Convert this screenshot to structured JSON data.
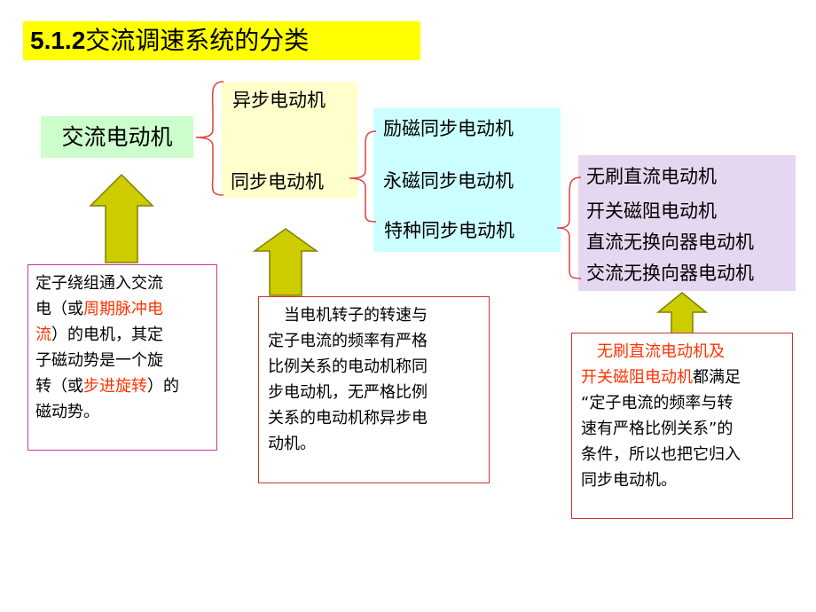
{
  "title": {
    "number": "5.1.2",
    "text": "交流调速系统的分类"
  },
  "root": "交流电动机",
  "level1": [
    "异步电动机",
    "同步电动机"
  ],
  "level2": [
    "励磁同步电动机",
    "永磁同步电动机",
    "特种同步电动机"
  ],
  "level3": [
    "无刷直流电动机",
    "开关磁阻电动机",
    "直流无换向器电动机",
    "交流无换向器电动机"
  ],
  "note1": {
    "lines": [
      [
        {
          "t": "定子绕组通入交流",
          "red": false
        }
      ],
      [
        {
          "t": "电（或",
          "red": false
        },
        {
          "t": "周期脉冲电",
          "red": true
        }
      ],
      [
        {
          "t": "流",
          "red": true
        },
        {
          "t": "）的电机，其定",
          "red": false
        }
      ],
      [
        {
          "t": "子磁动势是一个旋",
          "red": false
        }
      ],
      [
        {
          "t": "转（或",
          "red": false
        },
        {
          "t": "步进旋转",
          "red": true
        },
        {
          "t": "）的",
          "red": false
        }
      ],
      [
        {
          "t": "磁动势。",
          "red": false
        }
      ]
    ]
  },
  "note2": {
    "lines": [
      "　当电机转子的转速与",
      "定子电流的频率有严格",
      "比例关系的电动机称同",
      "步电动机，无严格比例",
      "关系的电动机称异步电",
      "动机。"
    ]
  },
  "note3": {
    "lines": [
      [
        {
          "t": "　",
          "red": false
        },
        {
          "t": "无刷直流电动机及",
          "red": true
        }
      ],
      [
        {
          "t": "开关磁阻电动机",
          "red": true
        },
        {
          "t": "都满足",
          "red": false
        }
      ],
      [
        {
          "t": "“定子电流的频率与转",
          "red": false
        }
      ],
      [
        {
          "t": "速有严格比例关系”的",
          "red": false
        }
      ],
      [
        {
          "t": "条件，所以也把它归入",
          "red": false
        }
      ],
      [
        {
          "t": "同步电动机。",
          "red": false
        }
      ]
    ]
  },
  "colors": {
    "title_bg": "#ffff00",
    "arrow": "#cccc00",
    "arrow_stroke": "#808000",
    "brace": "#e04040",
    "red_text": "#ff3300"
  }
}
